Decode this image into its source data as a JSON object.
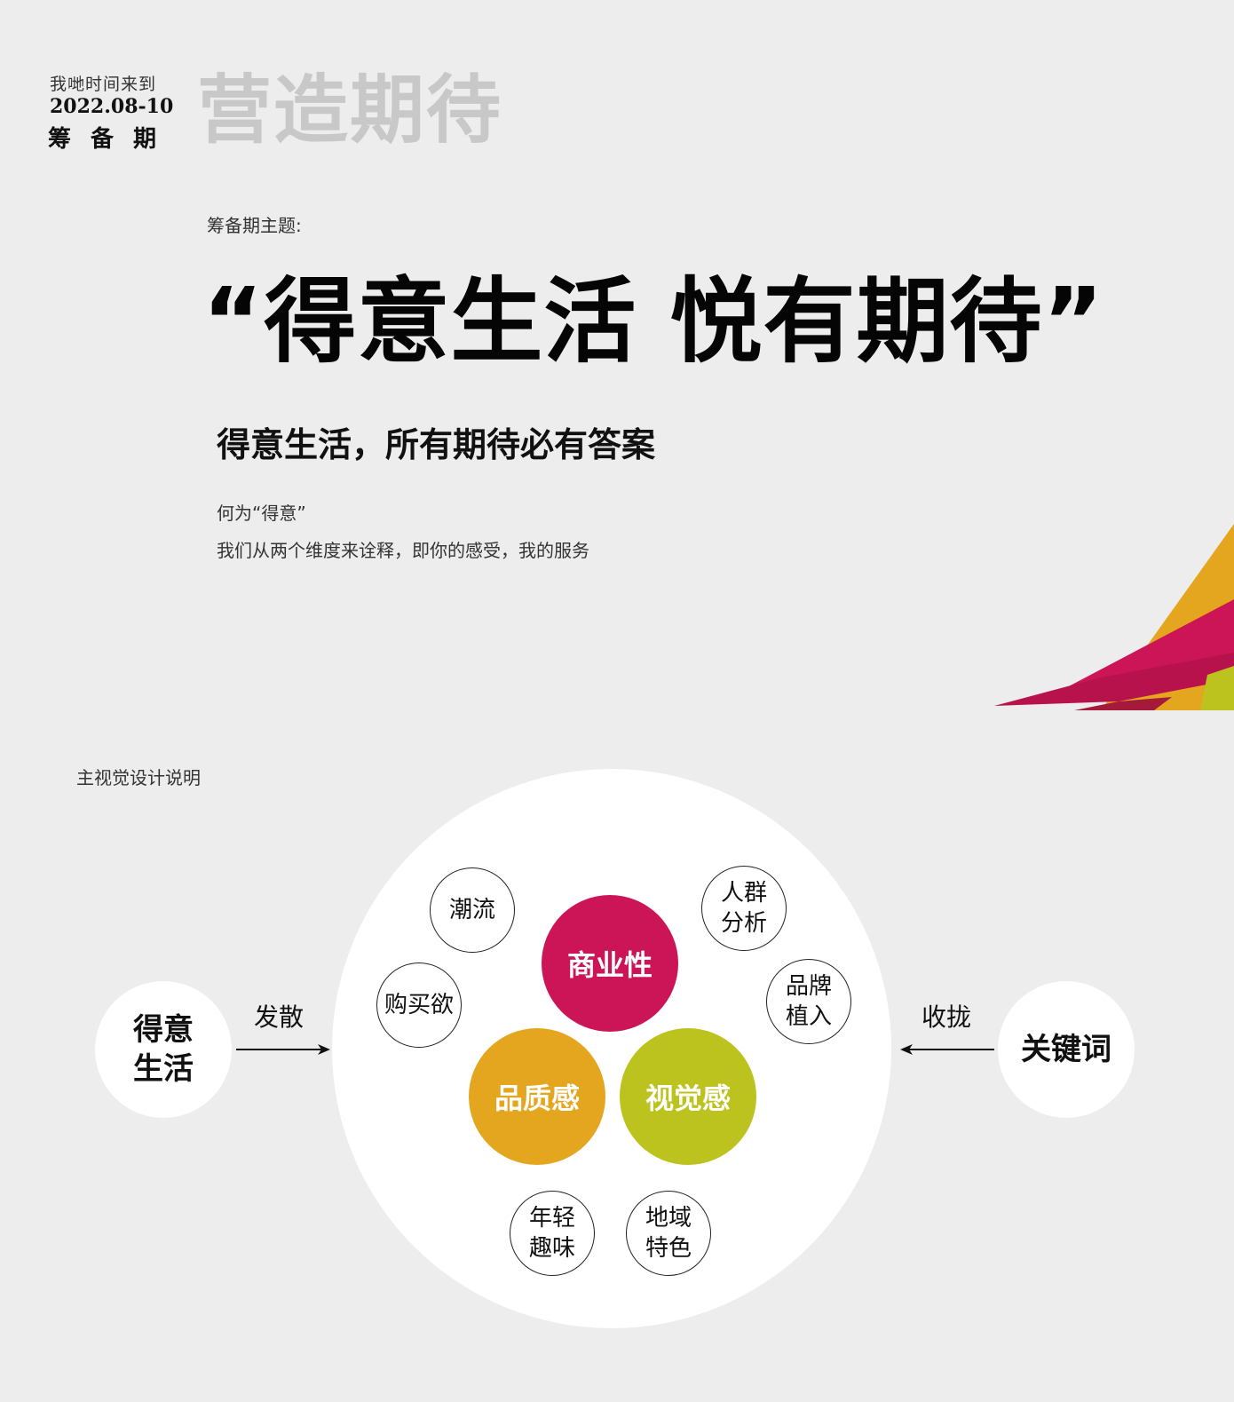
{
  "header": {
    "eyebrow": "我哋时间来到",
    "date": "2022.08-10",
    "phase": "筹备期",
    "big_title": "营造期待"
  },
  "theme": {
    "label": "筹备期主题:",
    "headline": "“得意生活 悦有期待”",
    "subhead": "得意生活，所有期待必有答案",
    "body_line1": "何为“得意”",
    "body_line2": "我们从两个维度来诠释，即你的感受，我的服务"
  },
  "section": {
    "label": "主视觉设计说明"
  },
  "diagram": {
    "left_node": [
      "得意",
      "生活"
    ],
    "left_arrow_label": "发散",
    "right_node": "关键词",
    "right_arrow_label": "收拢",
    "core": [
      {
        "label": "商业性",
        "color": "#cc1557"
      },
      {
        "label": "品质感",
        "color": "#e5a61f"
      },
      {
        "label": "视觉感",
        "color": "#bcc21e"
      }
    ],
    "satellites": [
      [
        "潮流"
      ],
      [
        "人群",
        "分析"
      ],
      [
        "购买欲"
      ],
      [
        "品牌",
        "植入"
      ],
      [
        "年轻",
        "趣味"
      ],
      [
        "地域",
        "特色"
      ]
    ]
  },
  "colors": {
    "accent_magenta": "#cc1557",
    "accent_orange": "#e5a61f",
    "accent_lime": "#bcc21e",
    "title_gray": "#c8c8c8"
  }
}
